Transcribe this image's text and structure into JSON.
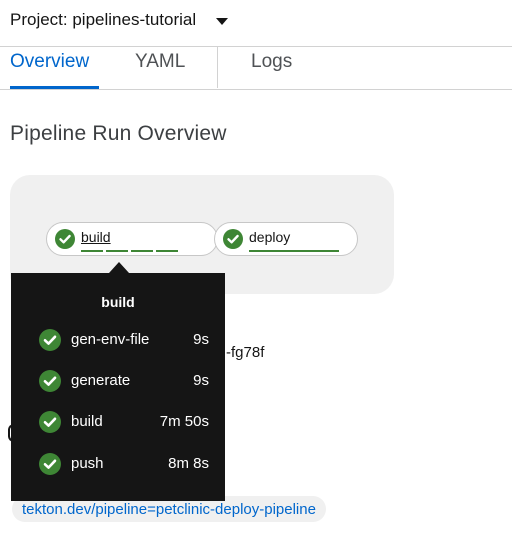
{
  "project": {
    "label": "Project: pipelines-tutorial"
  },
  "tabs": [
    {
      "label": "Overview",
      "active": true
    },
    {
      "label": "YAML",
      "active": false
    },
    {
      "label": "Logs",
      "active": false
    }
  ],
  "section": {
    "title": "Pipeline Run Overview"
  },
  "pipeline": {
    "nodes": [
      {
        "name": "build",
        "status": "succeeded"
      },
      {
        "name": "deploy",
        "status": "succeeded"
      }
    ]
  },
  "details": {
    "partial_run_name": "-fg78f",
    "label_chip": "tekton.dev/pipeline=petclinic-deploy-pipeline"
  },
  "tooltip": {
    "title": "build",
    "steps": [
      {
        "name": "gen-env-file",
        "duration": "9s"
      },
      {
        "name": "generate",
        "duration": "9s"
      },
      {
        "name": "build",
        "duration": "7m 50s"
      },
      {
        "name": "push",
        "duration": "8m 8s"
      }
    ]
  },
  "colors": {
    "accent": "#0066cc",
    "success": "#3e8635",
    "tooltip_bg": "#151515",
    "topology_bg": "#f0f0f0"
  }
}
